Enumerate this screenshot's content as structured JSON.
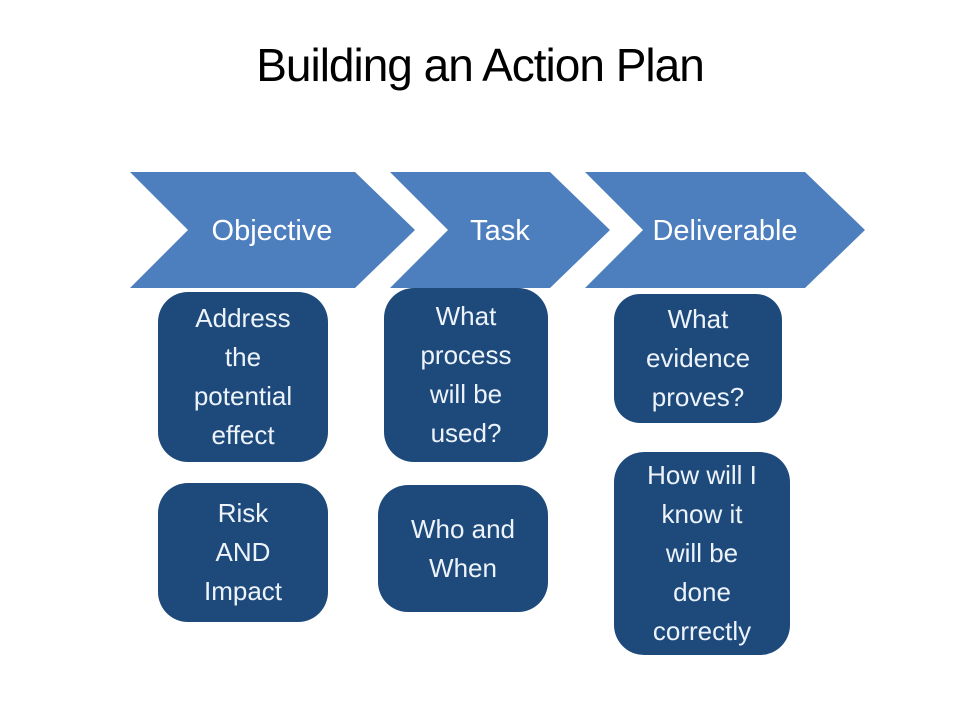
{
  "slide": {
    "title": "Building an Action Plan",
    "colors": {
      "background": "#ffffff",
      "title-text": "#000000",
      "chevron-fill": "#4d7fbe",
      "chevron-text": "#ffffff",
      "box-fill": "#1e4a7b",
      "box-text": "#edf3fa"
    },
    "columns": [
      {
        "stage": "Objective",
        "boxes": [
          "Address\nthe\npotential\neffect",
          "Risk\nAND\nImpact"
        ]
      },
      {
        "stage": "Task",
        "boxes": [
          "What\nprocess\nwill be\nused?",
          "Who and\nWhen"
        ]
      },
      {
        "stage": "Deliverable",
        "boxes": [
          "What\nevidence\nproves?",
          "How will I\nknow it\nwill be\ndone\ncorrectly"
        ]
      }
    ]
  }
}
